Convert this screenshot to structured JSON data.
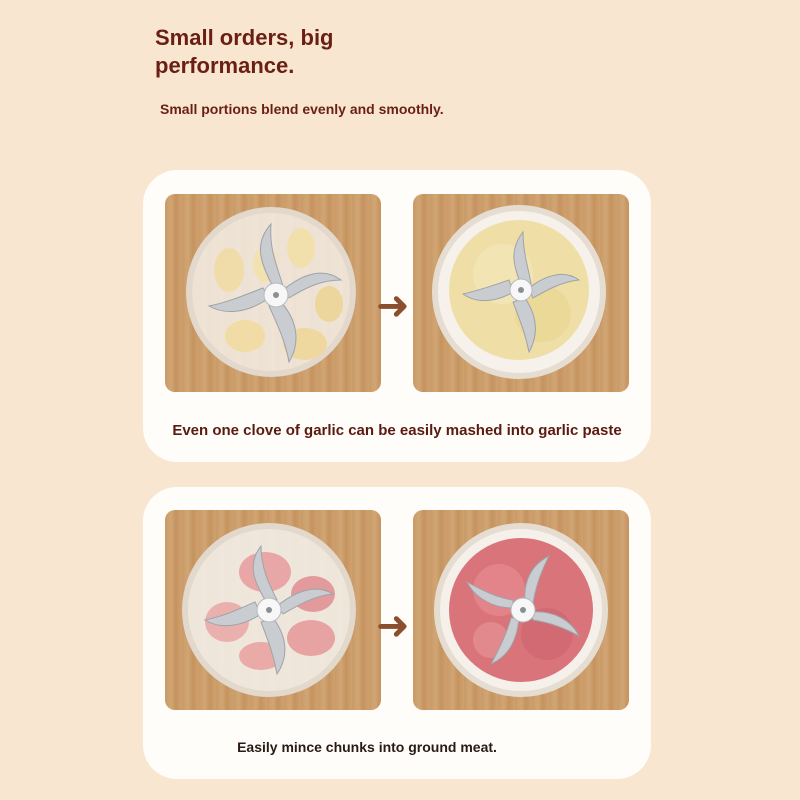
{
  "headline": "Small orders, big performance.",
  "subline": "Small portions blend evenly and smoothly.",
  "cards": [
    {
      "before_image": "garlic-cloves-in-chopper",
      "after_image": "garlic-paste-in-chopper",
      "arrow_icon": "arrow-right-icon",
      "caption": "Even one clove of garlic can be easily mashed into garlic paste"
    },
    {
      "before_image": "meat-chunks-in-chopper",
      "after_image": "ground-meat-in-chopper",
      "arrow_icon": "arrow-right-icon",
      "caption": "Easily mince chunks into ground meat."
    }
  ],
  "colors": {
    "background": "#f8e6d0",
    "text": "#6b1f14",
    "card": "#fffdf9",
    "arrow": "#8a4f2d"
  }
}
